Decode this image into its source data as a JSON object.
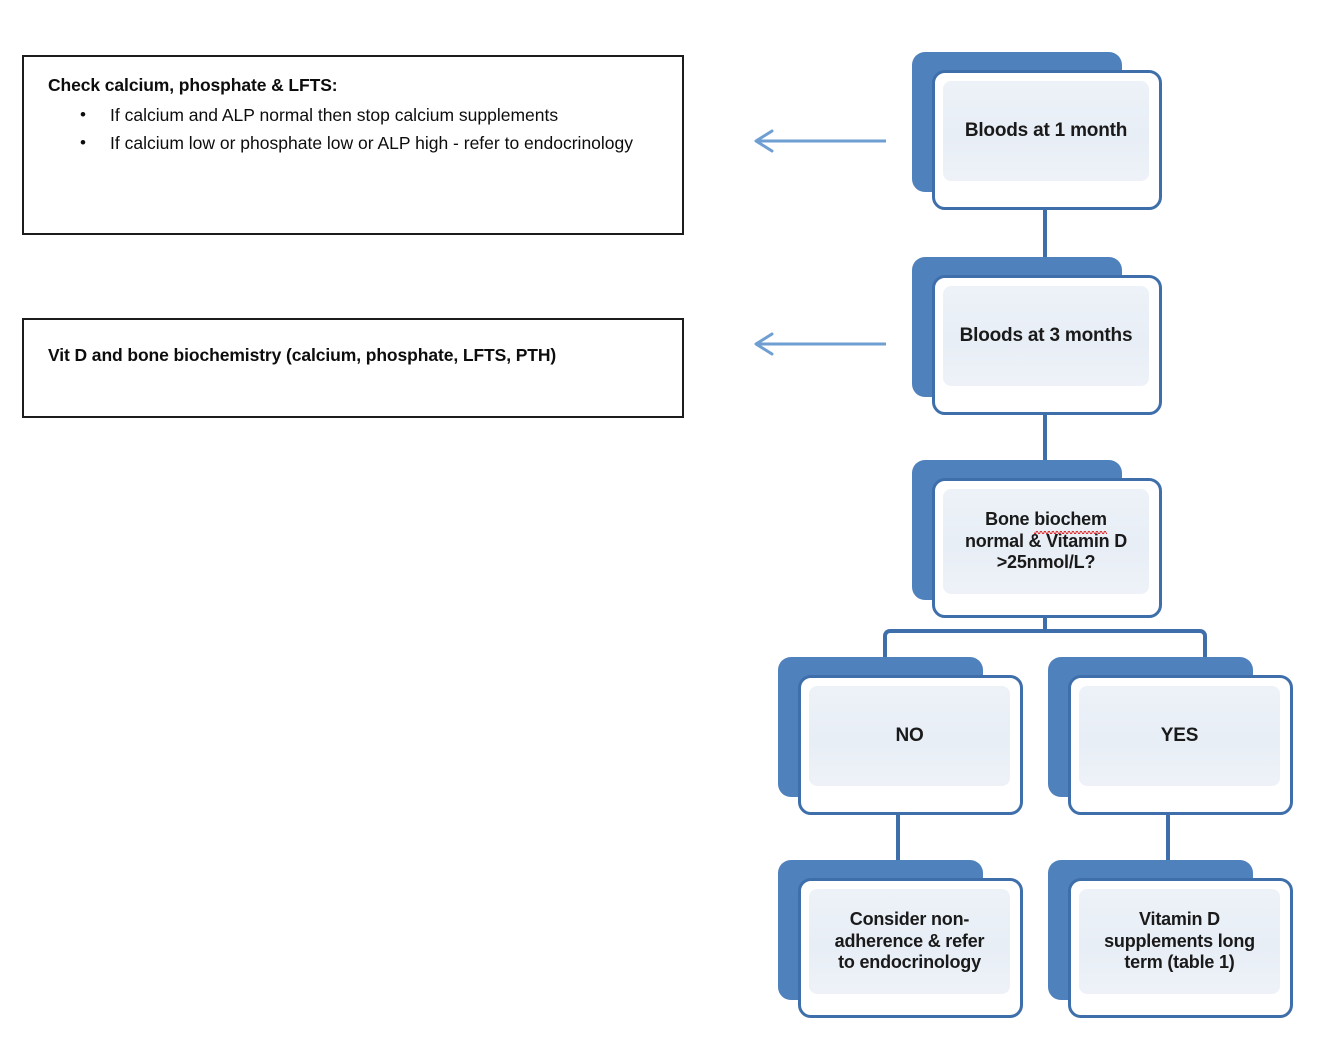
{
  "notes": [
    {
      "id": "check-bloods-note",
      "title": "Check calcium, phosphate & LFTS:",
      "bullets": [
        "If calcium and ALP normal then stop calcium supplements",
        "If calcium low or phosphate low or ALP high - refer to endocrinology"
      ],
      "bullet_glyph": "•"
    },
    {
      "id": "vitd-biochem-note",
      "paragraph": "Vit D and bone biochemistry (calcium, phosphate, LFTS, PTH)"
    }
  ],
  "flow": {
    "nodes": {
      "bloods_1_month": "Bloods at 1 month",
      "bloods_3_months": "Bloods at 3 months",
      "decision_line1": "Bone ",
      "decision_misspelled": "biochem",
      "decision_line2": "normal & Vitamin D",
      "decision_line3": ">25nmol/L?",
      "branch_no": "NO",
      "branch_yes": "YES",
      "outcome_no_line1": "Consider non-",
      "outcome_no_line2": "adherence & refer",
      "outcome_no_line3": "to endocrinology",
      "outcome_yes_line1": "Vitamin D",
      "outcome_yes_line2": "supplements long",
      "outcome_yes_line3": "term (table 1)"
    }
  },
  "colors": {
    "node_plate": "#4f81bd",
    "node_border": "#3f6fab",
    "node_face": "#ffffff",
    "node_inner": "#eaeff7",
    "connector": "#3f6fab",
    "arrow": "#6f9ed2",
    "note_border": "#1c1c1c",
    "text": "#0d0d0d",
    "spellcheck_underline": "#e03030"
  }
}
